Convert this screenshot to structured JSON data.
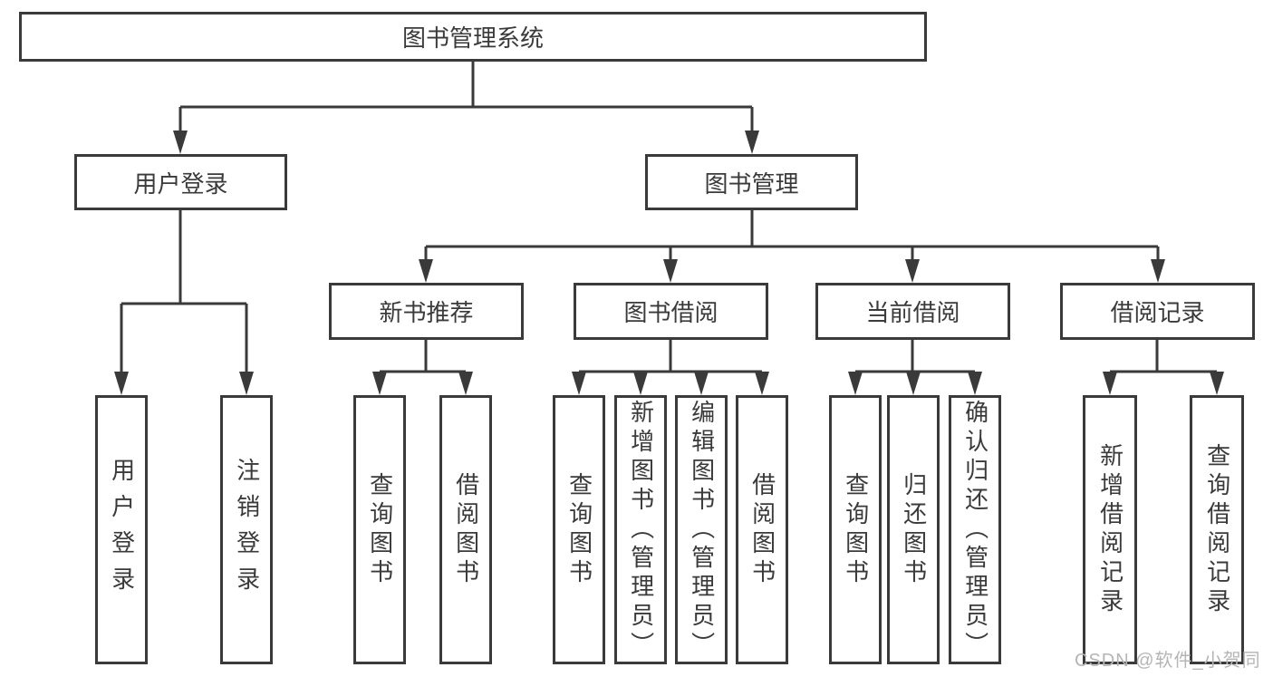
{
  "nodes": {
    "root": "图书管理系统",
    "level2": {
      "user_login": "用户登录",
      "book_management": "图书管理"
    },
    "level3": {
      "new_book_recommend": "新书推荐",
      "book_borrow": "图书借阅",
      "current_borrow": "当前借阅",
      "borrow_record": "借阅记录"
    },
    "leaves": {
      "user_login": "用户登录",
      "logout": "注销登录",
      "rec_query_book": "查询图书",
      "rec_borrow_book": "借阅图书",
      "bb_query_book": "查询图书",
      "bb_add_book": "新增图书（管理员）",
      "bb_edit_book": "编辑图书（管理员）",
      "bb_borrow_book": "借阅图书",
      "cb_query_book": "查询图书",
      "cb_return_book": "归还图书",
      "cb_confirm_return": "确认归还（管理员）",
      "br_add_record": "新增借阅记录",
      "br_query_record": "查询借阅记录"
    }
  },
  "watermark": "CSDN @软件_小贺同学",
  "colors": {
    "line": "#3a3a3a",
    "text": "#3a3a3a",
    "watermark": "#b5b5b5",
    "background": "#ffffff"
  }
}
